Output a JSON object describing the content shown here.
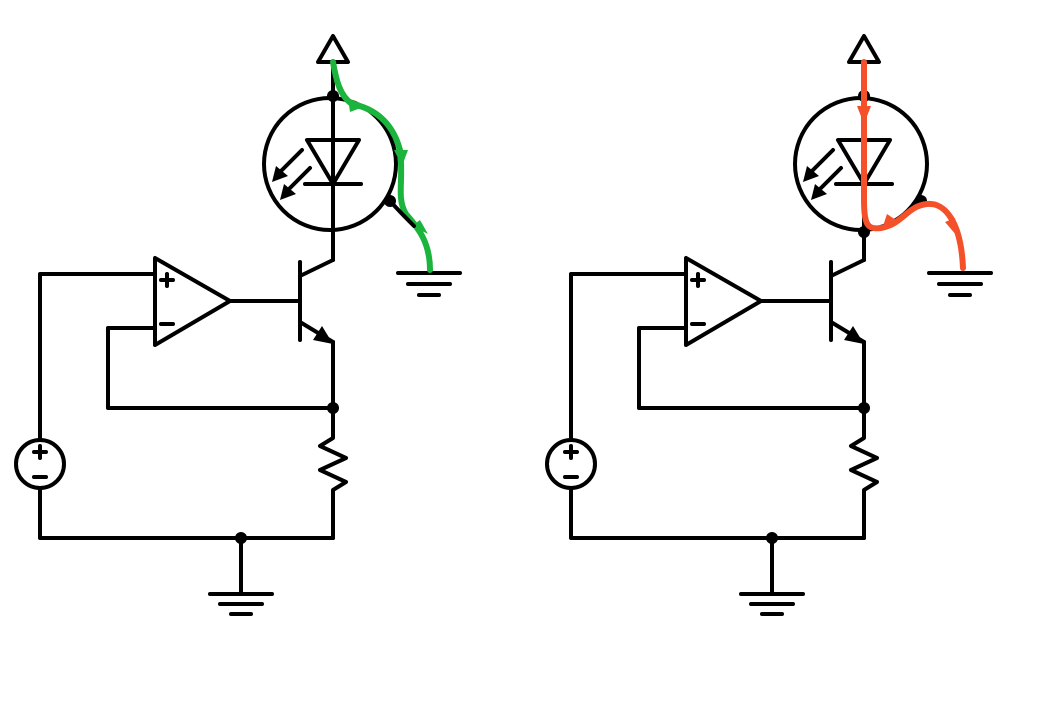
{
  "colors": {
    "wire": "#000000",
    "background": "#ffffff",
    "current_good": "#1bb43c",
    "current_bad": "#f4512b"
  },
  "panels": [
    {
      "id": "left",
      "current_path_color_key": "current_good",
      "icons": [
        "supply-arrow-icon",
        "photodiode-icon",
        "npn-transistor-icon",
        "op-amp-icon",
        "voltage-source-icon",
        "resistor-icon",
        "ground-icon"
      ]
    },
    {
      "id": "right",
      "current_path_color_key": "current_bad",
      "icons": [
        "supply-arrow-icon",
        "photodiode-icon",
        "npn-transistor-icon",
        "op-amp-icon",
        "voltage-source-icon",
        "resistor-icon",
        "ground-icon"
      ]
    }
  ]
}
